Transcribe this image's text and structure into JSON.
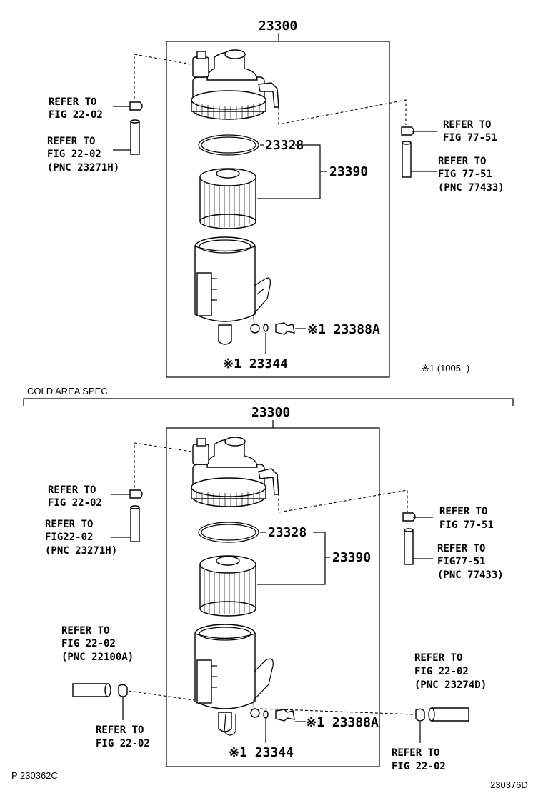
{
  "diagram": {
    "main_part_number": "23300",
    "section_title": "COLD AREA SPEC",
    "footnote": "※1 (1005-    )",
    "page_code_left": "P 230362C",
    "page_code_right": "230376D",
    "icons": [
      "fuel-filter-head-icon",
      "o-ring-icon",
      "filter-element-icon",
      "filter-bowl-icon",
      "hose-icon",
      "drain-plug-icon",
      "clip-icon"
    ],
    "top": {
      "assembly": "23300",
      "oring": "23328",
      "element": "23390",
      "drain_plug": "※1 23388A",
      "bowl_seal": "※1 23344",
      "refer_left_1": [
        "REFER TO",
        "FIG 22-02"
      ],
      "refer_left_2": [
        "REFER TO",
        "FIG 22-02",
        "(PNC 23271H)"
      ],
      "refer_right_1": [
        "REFER TO",
        "FIG 77-51"
      ],
      "refer_right_2": [
        "REFER TO",
        "FIG 77-51",
        "(PNC 77433)"
      ]
    },
    "bottom": {
      "assembly": "23300",
      "oring": "23328",
      "element": "23390",
      "drain_plug": "※1 23388A",
      "bowl_seal": "※1 23344",
      "refer_left_1": [
        "REFER TO",
        "FIG 22-02"
      ],
      "refer_left_2": [
        "REFER TO",
        "FIG22-02",
        "(PNC 23271H)"
      ],
      "refer_right_1": [
        "REFER TO",
        "FIG 77-51"
      ],
      "refer_right_2": [
        "REFER TO",
        "FIG77-51",
        "(PNC 77433)"
      ],
      "refer_heater_left": [
        "REFER TO",
        "FIG 22-02",
        "(PNC 22100A)"
      ],
      "refer_clip_left": [
        "REFER TO",
        "FIG 22-02"
      ],
      "refer_heater_right": [
        "REFER TO",
        "FIG 22-02",
        "(PNC 23274D)"
      ],
      "refer_clip_right": [
        "REFER TO",
        "FIG 22-02"
      ]
    }
  }
}
